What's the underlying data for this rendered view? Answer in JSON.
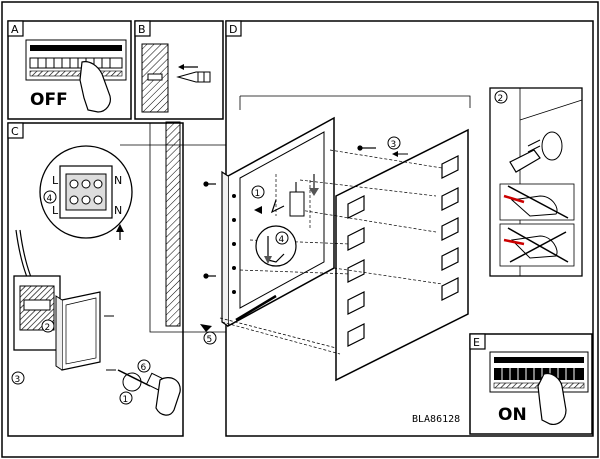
{
  "panels": {
    "a": {
      "letter": "A",
      "caption": "OFF"
    },
    "b": {
      "letter": "B"
    },
    "c": {
      "letter": "C",
      "terminal_l": "L",
      "terminal_n": "N",
      "terminal_l2": "L",
      "terminal_n2": "N"
    },
    "d": {
      "letter": "D"
    },
    "e": {
      "letter": "E",
      "caption": "ON"
    }
  },
  "steps": [
    "1",
    "2",
    "3",
    "4",
    "5",
    "6"
  ],
  "reference_code": "BLA86128"
}
